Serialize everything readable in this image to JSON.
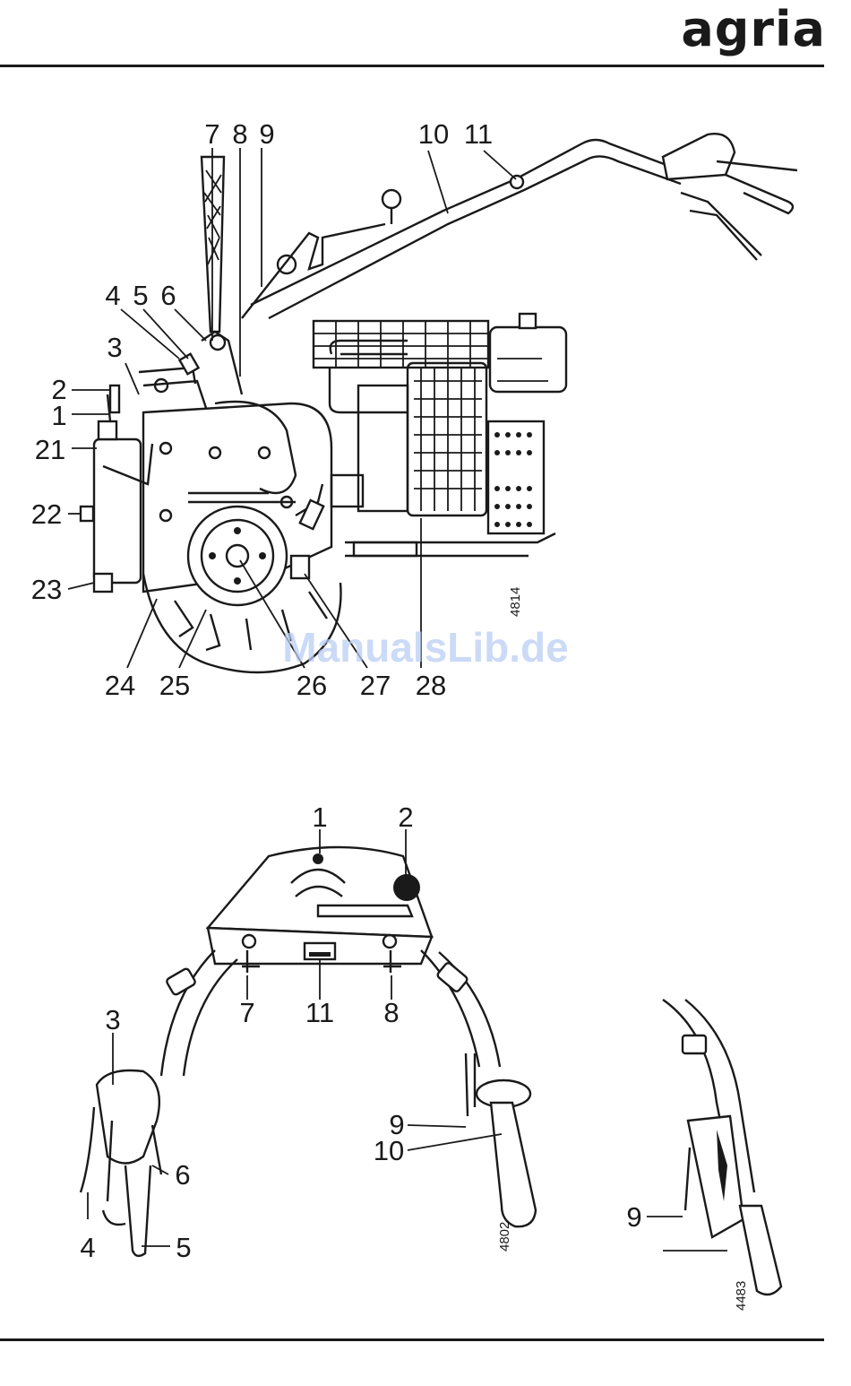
{
  "header": {
    "brand": "agria"
  },
  "figure_top": {
    "number": "4814",
    "callouts": [
      "7",
      "8",
      "9",
      "10",
      "11",
      "4",
      "5",
      "6",
      "3",
      "2",
      "1",
      "21",
      "22",
      "23",
      "24",
      "25",
      "26",
      "27",
      "28"
    ]
  },
  "figure_bottom_left": {
    "number": "4802",
    "callouts": [
      "1",
      "2",
      "7",
      "11",
      "8",
      "3",
      "6",
      "4",
      "5",
      "9",
      "10"
    ]
  },
  "figure_bottom_right": {
    "number": "4483",
    "callouts": [
      "9"
    ]
  },
  "watermark": "ManualsLib.de"
}
